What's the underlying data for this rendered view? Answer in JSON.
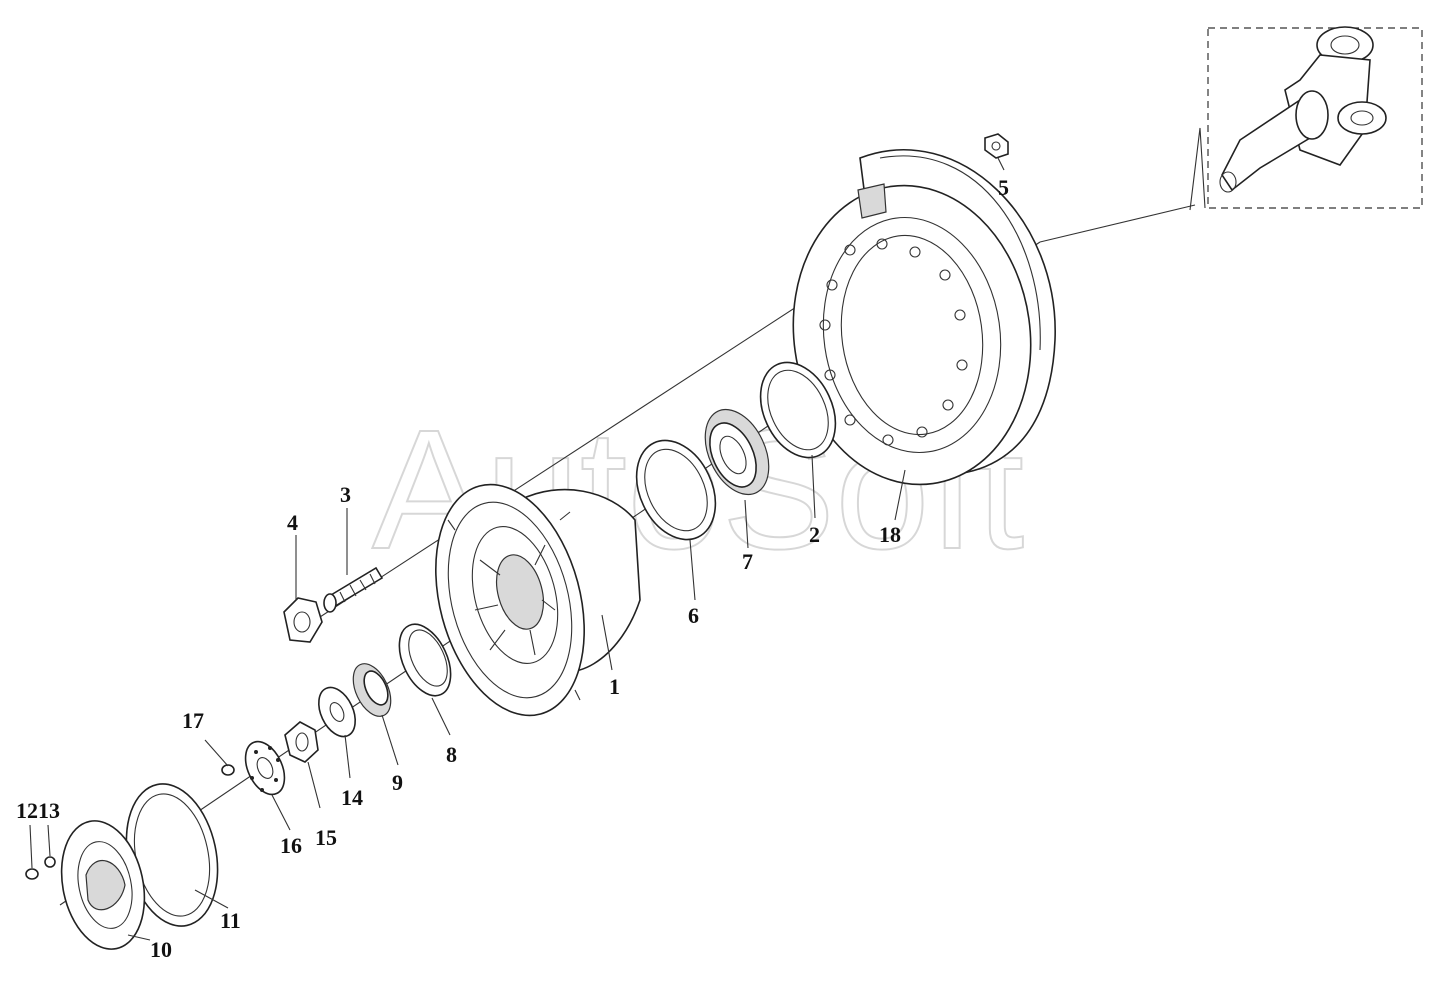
{
  "watermark": "AutoSoft",
  "labels": {
    "l1": "1",
    "l2": "2",
    "l3": "3",
    "l4": "4",
    "l5": "5",
    "l6": "6",
    "l7": "7",
    "l8": "8",
    "l9": "9",
    "l10": "10",
    "l11": "11",
    "l1213": "1213",
    "l14": "14",
    "l15": "15",
    "l16": "16",
    "l17": "17",
    "l18": "18"
  }
}
